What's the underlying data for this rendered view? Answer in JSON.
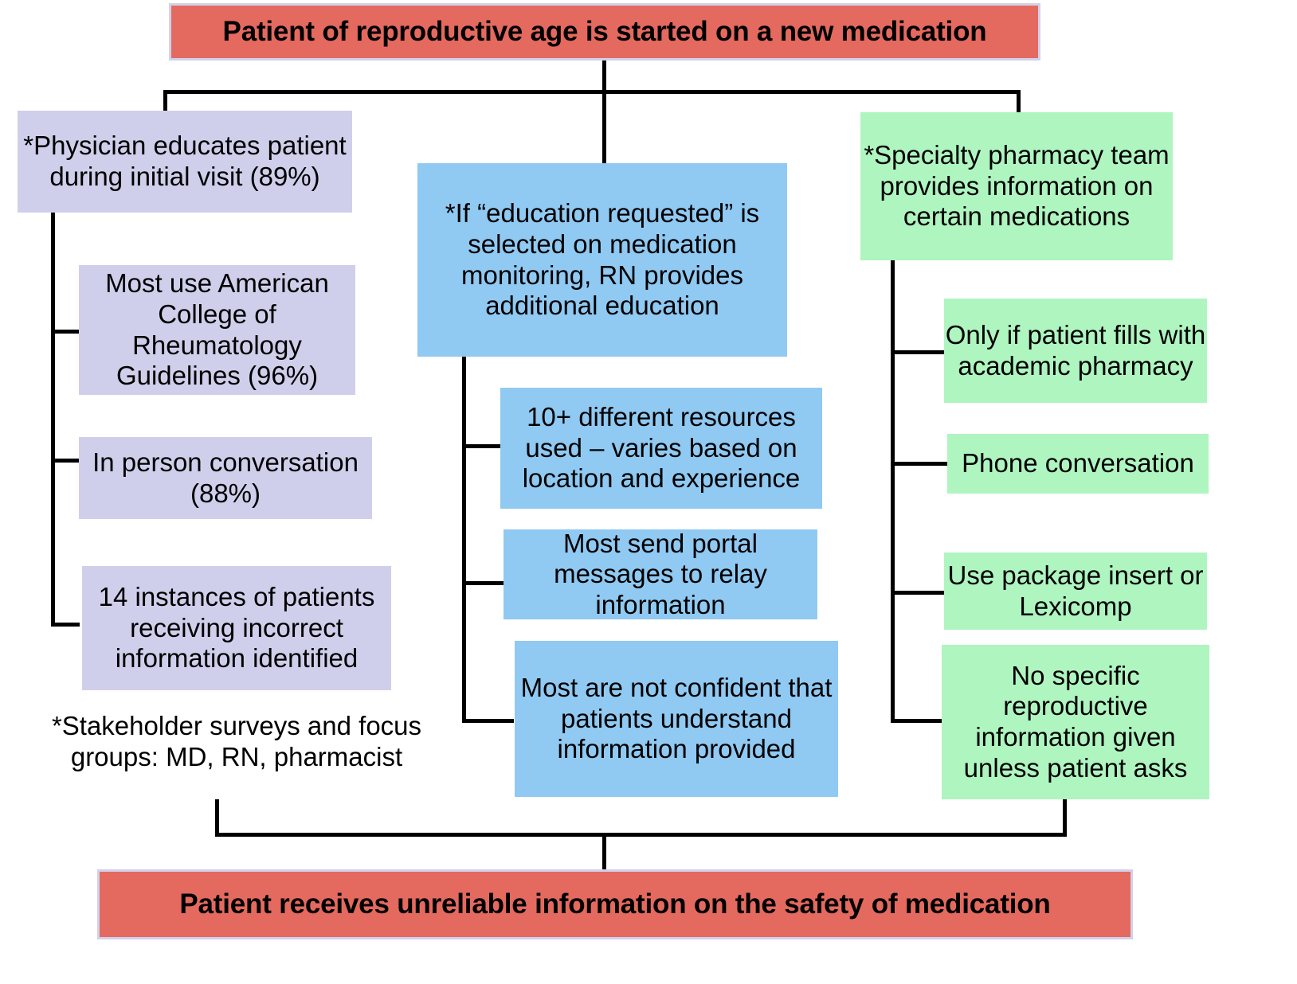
{
  "diagram": {
    "title_top": "Patient of reproductive age is started on a new medication",
    "title_bottom": "Patient receives unreliable information on the safety of medication",
    "colors": {
      "terminal": "#e4695f",
      "terminal_border": "#d2d1ec",
      "physician_branch": "#d0cfeb",
      "nurse_branch": "#90c9f2",
      "pharmacy_branch": "#aff5c0",
      "connector": "#000000",
      "background": "#ffffff"
    },
    "branches": {
      "physician": {
        "head": "*Physician educates patient during initial visit (89%)",
        "children": [
          "Most use American College of Rheumatology Guidelines (96%)",
          "In person conversation (88%)",
          "14 instances of patients receiving incorrect information identified"
        ],
        "footnote": "*Stakeholder surveys and focus groups: MD, RN, pharmacist"
      },
      "nurse": {
        "head": "*If “education requested” is selected on medication monitoring, RN provides additional education",
        "children": [
          "10+ different resources used – varies based on location and experience",
          "Most send portal messages to relay information",
          "Most are not confident that patients understand information provided"
        ]
      },
      "pharmacy": {
        "head": "*Specialty pharmacy team provides information on certain medications",
        "children": [
          "Only if patient fills with academic pharmacy",
          "Phone conversation",
          "Use package insert or Lexicomp",
          "No specific reproductive information given unless patient asks"
        ]
      }
    }
  }
}
